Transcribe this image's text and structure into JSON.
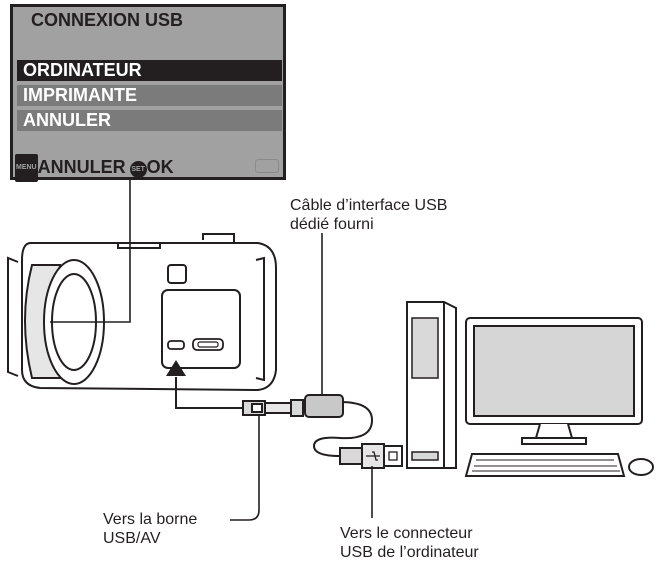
{
  "screen": {
    "title": "CONNEXION USB",
    "menu": [
      "ORDINATEUR",
      "IMPRIMANTE",
      "ANNULER"
    ],
    "footer_menu_icon": "MENU",
    "footer_cancel": "ANNULER",
    "footer_set_icon": "SET",
    "footer_ok": "OK"
  },
  "labels": {
    "cable_line1": "Câble d’interface USB",
    "cable_line2": "dédié fourni",
    "av_line1": "Vers la borne",
    "av_line2": "USB/AV",
    "pc_line1": "Vers le connecteur",
    "pc_line2": "USB de l’ordinateur"
  },
  "icons": [
    "menu-icon",
    "set-icon",
    "battery-icon",
    "usb-icon",
    "arrow-up-icon"
  ]
}
